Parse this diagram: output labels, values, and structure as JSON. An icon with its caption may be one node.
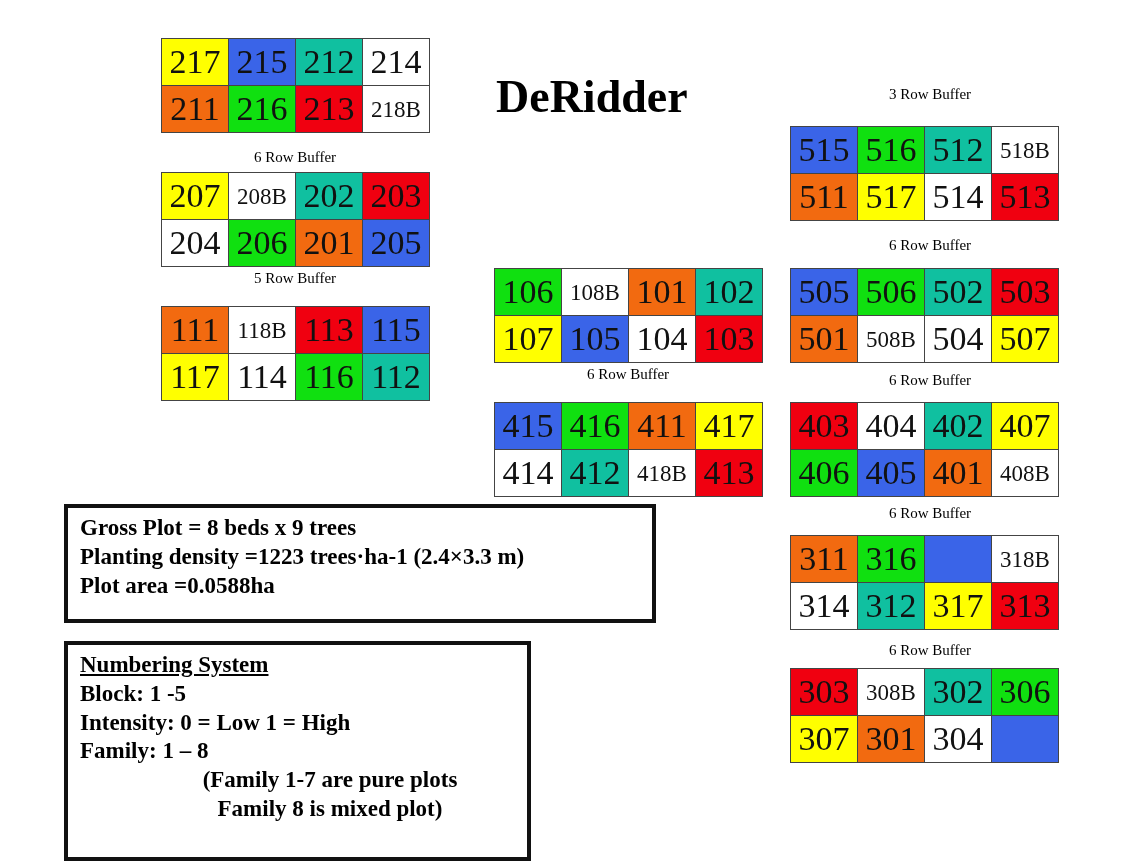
{
  "diagram": {
    "title": "DeRidder",
    "nodes": [
      {
        "text": [
          "217"
        ]
      },
      {
        "text": [
          "215"
        ]
      },
      {
        "text": [
          "212"
        ]
      },
      {
        "text": [
          "214"
        ]
      },
      {
        "text": [
          "211"
        ]
      },
      {
        "text": [
          "216"
        ]
      },
      {
        "text": [
          "213"
        ]
      },
      {
        "text": [
          "218B"
        ]
      },
      {
        "text": [
          "207"
        ]
      },
      {
        "text": [
          "208B"
        ]
      },
      {
        "text": [
          "202"
        ]
      },
      {
        "text": [
          "203"
        ]
      },
      {
        "text": [
          "204"
        ]
      },
      {
        "text": [
          "206"
        ]
      },
      {
        "text": [
          "201"
        ]
      },
      {
        "text": [
          "205"
        ]
      },
      {
        "text": [
          "111"
        ]
      },
      {
        "text": [
          "118B"
        ]
      },
      {
        "text": [
          "113"
        ]
      },
      {
        "text": [
          "115"
        ]
      },
      {
        "text": [
          "117"
        ]
      },
      {
        "text": [
          "114"
        ]
      },
      {
        "text": [
          "116"
        ]
      },
      {
        "text": [
          "112"
        ]
      },
      {
        "text": [
          "106"
        ]
      },
      {
        "text": [
          "108B"
        ]
      },
      {
        "text": [
          "101"
        ]
      },
      {
        "text": [
          "102"
        ]
      },
      {
        "text": [
          "107"
        ]
      },
      {
        "text": [
          "105"
        ]
      },
      {
        "text": [
          "104"
        ]
      },
      {
        "text": [
          "103"
        ]
      },
      {
        "text": [
          "415"
        ]
      },
      {
        "text": [
          "416"
        ]
      },
      {
        "text": [
          "411"
        ]
      },
      {
        "text": [
          "417"
        ]
      },
      {
        "text": [
          "414"
        ]
      },
      {
        "text": [
          "412"
        ]
      },
      {
        "text": [
          "418B"
        ]
      },
      {
        "text": [
          "413"
        ]
      },
      {
        "text": [
          "515"
        ]
      },
      {
        "text": [
          "516"
        ]
      },
      {
        "text": [
          "512"
        ]
      },
      {
        "text": [
          "518B"
        ]
      },
      {
        "text": [
          "511"
        ]
      },
      {
        "text": [
          "517"
        ]
      },
      {
        "text": [
          "514"
        ]
      },
      {
        "text": [
          "513"
        ]
      },
      {
        "text": [
          "505"
        ]
      },
      {
        "text": [
          "506"
        ]
      },
      {
        "text": [
          "502"
        ]
      },
      {
        "text": [
          "503"
        ]
      },
      {
        "text": [
          "501"
        ]
      },
      {
        "text": [
          "508B"
        ]
      },
      {
        "text": [
          "504"
        ]
      },
      {
        "text": [
          "507"
        ]
      },
      {
        "text": [
          "403"
        ]
      },
      {
        "text": [
          "404"
        ]
      },
      {
        "text": [
          "402"
        ]
      },
      {
        "text": [
          "407"
        ]
      },
      {
        "text": [
          "406"
        ]
      },
      {
        "text": [
          "405"
        ]
      },
      {
        "text": [
          "401"
        ]
      },
      {
        "text": [
          "408B"
        ]
      },
      {
        "text": [
          "311"
        ]
      },
      {
        "text": [
          "316"
        ]
      },
      {
        "text": [],
        "shape": "box"
      },
      {
        "text": [
          "318B"
        ]
      },
      {
        "text": [
          "314"
        ]
      },
      {
        "text": [
          "312"
        ]
      },
      {
        "text": [
          "317"
        ]
      },
      {
        "text": [
          "313"
        ]
      },
      {
        "text": [
          "303"
        ]
      },
      {
        "text": [
          "308B"
        ]
      },
      {
        "text": [
          "302"
        ]
      },
      {
        "text": [
          "306"
        ]
      },
      {
        "text": [
          "307"
        ]
      },
      {
        "text": [
          "301"
        ]
      },
      {
        "text": [
          "304"
        ]
      },
      {
        "text": [],
        "shape": "box"
      },
      {
        "text": [
          "Gross Plot = 8 beds x 9 trees",
          "Planting density =1223 trees·ha-1 (2.4×3.3 m)",
          "Plot area =0.0588ha"
        ]
      },
      {
        "text": [
          "Numbering System",
          "Block: 1 -5",
          "Intensity: 0 = Low 1 = High",
          "Family: 1 – 8",
          "(Family 1-7 are pure plots Family 8 is mixed plot)"
        ]
      }
    ],
    "labels": [
      "3 Row Buffer",
      "6 Row Buffer",
      "6 Row Buffer",
      "5 Row Buffer",
      "6 Row Buffer",
      "6 Row Buffer",
      "6 Row Buffer",
      "6 Row Buffer"
    ]
  }
}
